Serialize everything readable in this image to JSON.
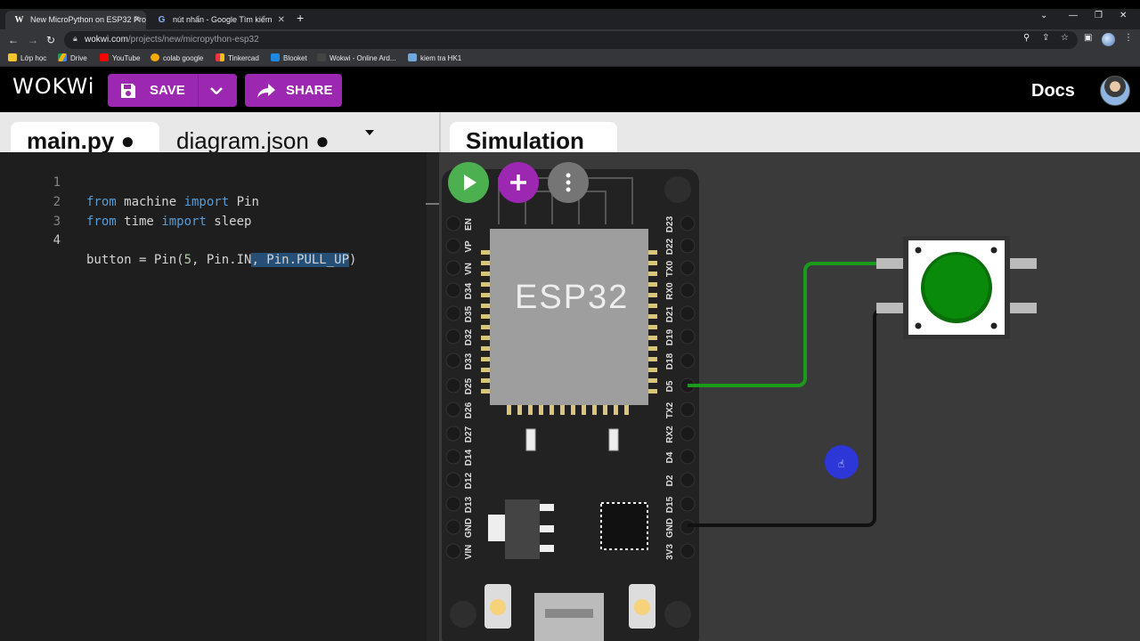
{
  "browser": {
    "tabs": [
      {
        "title": "New MicroPython on ESP32 Proj",
        "favicon": "wokwi-w-icon"
      },
      {
        "title": "nút nhấn - Google Tìm kiếm",
        "favicon": "google-icon"
      }
    ],
    "url_host": "wokwi.com",
    "url_path": "/projects/new/micropython-esp32",
    "bookmarks": [
      "Lớp học",
      "Drive",
      "YouTube",
      "colab google",
      "Tinkercad",
      "Blooket",
      "Wokwi - Online Ard...",
      "kiem tra HK1"
    ]
  },
  "header": {
    "logo": "WOKWi",
    "save_label": "SAVE",
    "share_label": "SHARE",
    "docs_label": "Docs"
  },
  "editor": {
    "tabs": [
      {
        "label": "main.py ●",
        "active": true
      },
      {
        "label": "diagram.json ●",
        "active": false
      }
    ],
    "lines": [
      {
        "n": "1",
        "kw1": "from",
        "t1": " machine ",
        "kw2": "import",
        "t2": " Pin"
      },
      {
        "n": "2",
        "kw1": "from",
        "t1": " time ",
        "kw2": "import",
        "t2": " sleep"
      },
      {
        "n": "3"
      },
      {
        "n": "4",
        "t_a": "button = Pin(",
        "num": "5",
        "t_b": ", Pin.IN",
        "sel": ", Pin.PULL_UP",
        "t_c": ")"
      }
    ]
  },
  "simulation": {
    "tab_label": "Simulation",
    "chip_label": "ESP32",
    "left_pins": [
      "EN",
      "VP",
      "VN",
      "D34",
      "D35",
      "D32",
      "D33",
      "D25",
      "D26",
      "D27",
      "D14",
      "D12",
      "D13",
      "GND",
      "VIN"
    ],
    "right_pins": [
      "D23",
      "D22",
      "TX0",
      "RX0",
      "D21",
      "D19",
      "D18",
      "D5",
      "TX2",
      "RX2",
      "D4",
      "D2",
      "D15",
      "GND",
      "3V3"
    ],
    "colors": {
      "wire_signal": "#1a9c1a",
      "wire_gnd": "#111111",
      "button_cap": "#0a8a0a",
      "board": "#222222",
      "play": "#4caf50",
      "accent": "#9c27b0"
    }
  }
}
